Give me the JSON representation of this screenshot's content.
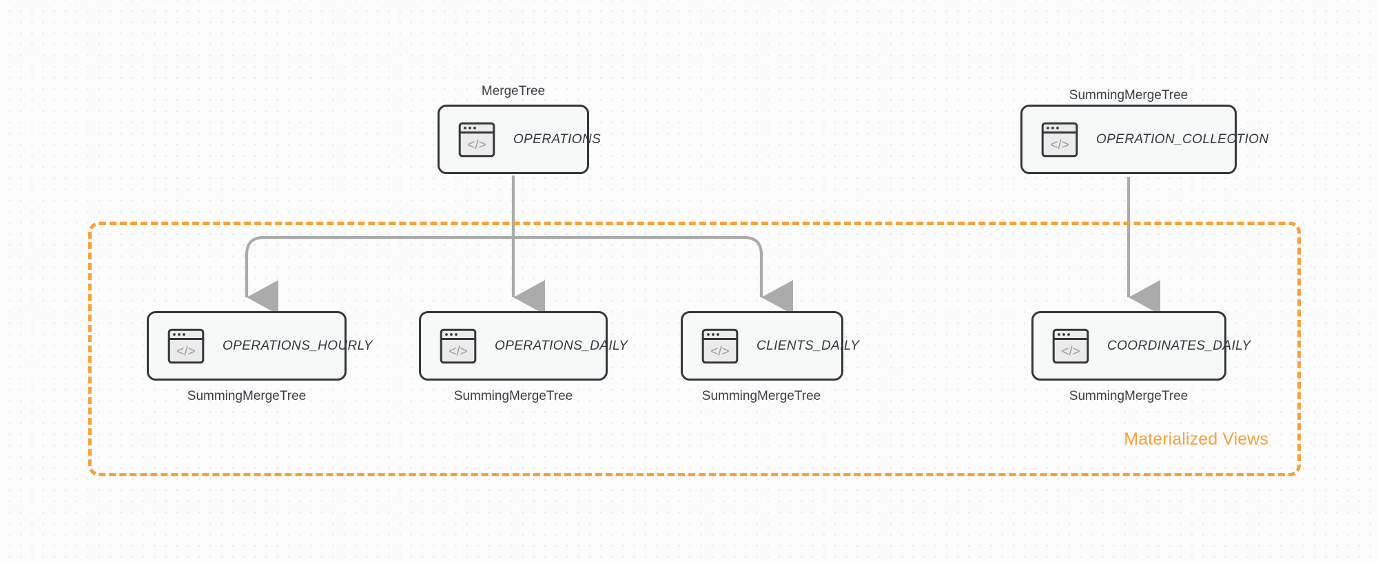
{
  "diagram": {
    "title": "ClickHouse table / materialized view topology",
    "colors": {
      "accent_orange": "#f9a13b",
      "node_border": "#33373d",
      "node_fill": "#f7f8f8",
      "edge_gray": "#ababab",
      "background": "#fcfcfc",
      "dot_grid": "#e7e7e7"
    },
    "group": {
      "label": "Materialized Views",
      "style": "dashed"
    },
    "source_nodes": [
      {
        "id": "operations",
        "name": "OPERATIONS",
        "engine": "MergeTree",
        "engine_position": "above",
        "icon": "code-window-icon"
      },
      {
        "id": "operation_collection",
        "name": "OPERATION_COLLECTION",
        "engine": "SummingMergeTree",
        "engine_position": "above",
        "icon": "code-window-icon"
      }
    ],
    "view_nodes": [
      {
        "id": "operations_hourly",
        "name": "OPERATIONS_HOURLY",
        "engine": "SummingMergeTree",
        "engine_position": "below",
        "icon": "code-window-icon"
      },
      {
        "id": "operations_daily",
        "name": "OPERATIONS_DAILY",
        "engine": "SummingMergeTree",
        "engine_position": "below",
        "icon": "code-window-icon"
      },
      {
        "id": "clients_daily",
        "name": "CLIENTS_DAILY",
        "engine": "SummingMergeTree",
        "engine_position": "below",
        "icon": "code-window-icon"
      },
      {
        "id": "coordinates_daily",
        "name": "COORDINATES_DAILY",
        "engine": "SummingMergeTree",
        "engine_position": "below",
        "icon": "code-window-icon"
      }
    ],
    "edges": [
      {
        "from": "operations",
        "to": "operations_hourly",
        "arrow": true
      },
      {
        "from": "operations",
        "to": "operations_daily",
        "arrow": true
      },
      {
        "from": "operations",
        "to": "clients_daily",
        "arrow": true
      },
      {
        "from": "operation_collection",
        "to": "coordinates_daily",
        "arrow": true
      }
    ]
  }
}
